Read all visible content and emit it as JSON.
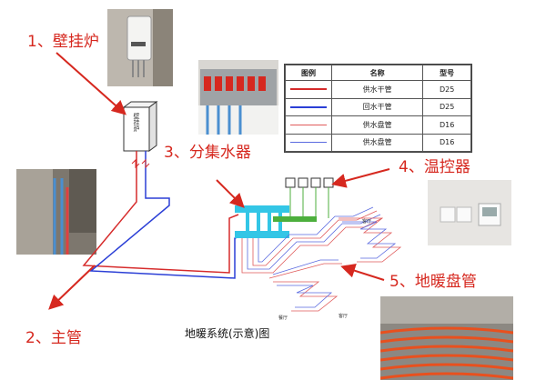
{
  "callouts": {
    "boiler": "1、壁挂炉",
    "main_pipe": "2、主管",
    "manifold": "3、分集水器",
    "thermostat": "4、温控器",
    "floor_coil": "5、地暖盘管"
  },
  "boiler_box_label": "壁挂炉",
  "caption": "地暖系统(示意)图",
  "legend": {
    "headers": [
      "图例",
      "名称",
      "型号"
    ],
    "rows": [
      {
        "name": "供水干管",
        "model": "D25",
        "color": "#d62b2b",
        "weight": "thick"
      },
      {
        "name": "回水干管",
        "model": "D25",
        "color": "#2b3fd6",
        "weight": "thick"
      },
      {
        "name": "供水盘管",
        "model": "D16",
        "color": "#e05a5a",
        "weight": "thin"
      },
      {
        "name": "供水盘管",
        "model": "D16",
        "color": "#5a6ae0",
        "weight": "thin"
      }
    ]
  },
  "room_labels": [
    "客厅",
    "餐厅"
  ],
  "colors": {
    "callout_red": "#d6281f",
    "supply_red": "#d62b2b",
    "return_blue": "#2b3fd6",
    "manifold_cyan": "#33c6e6",
    "thermostat_green": "#4caf3c"
  }
}
